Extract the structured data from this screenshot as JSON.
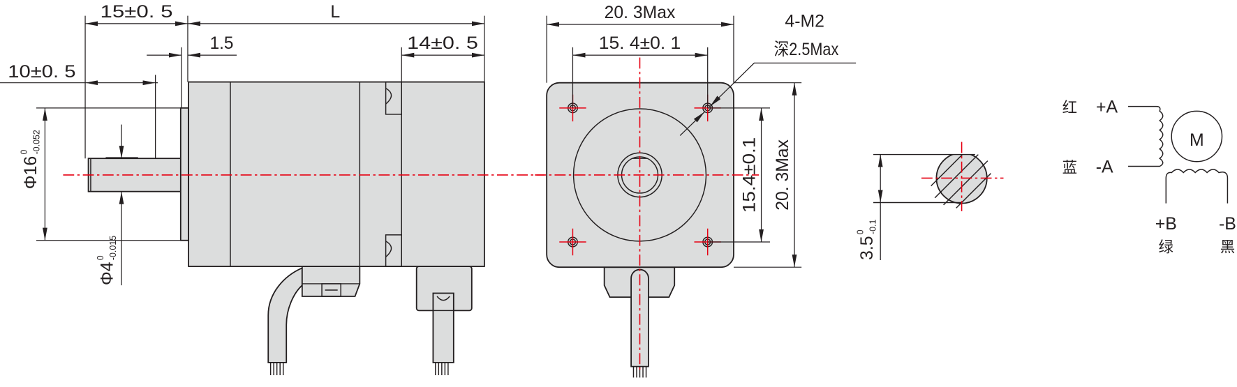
{
  "side_view": {
    "dim_shaft_length": "15±0. 5",
    "dim_body_length": "L",
    "dim_boss": "1.5",
    "dim_rear": "14±0. 5",
    "dim_flat_length": "10±0. 5",
    "dim_boss_diameter": {
      "main": "Φ16",
      "upper": "0",
      "lower": "-0.052"
    },
    "dim_shaft_diameter": {
      "main": "Φ4",
      "upper": "0",
      "lower": "-0.015"
    }
  },
  "front_view": {
    "dim_width": "20. 3Max",
    "dim_hole_spacing": "15. 4±0. 1",
    "hole_note_line1": "4-M2",
    "hole_note_line2": "深2.5Max",
    "dim_hole_spacing_vertical": "15.4±0.1",
    "dim_height": "20. 3Max"
  },
  "shaft_section": {
    "dim_flat": {
      "main": "3.5",
      "upper": "0",
      "lower": "-0.1"
    }
  },
  "wiring": {
    "motor_label": "M",
    "wires": [
      {
        "color": "红",
        "signal": "+A"
      },
      {
        "color": "蓝",
        "signal": "-A"
      },
      {
        "color": "绿",
        "signal": "+B"
      },
      {
        "color": "黑",
        "signal": "-B"
      }
    ]
  },
  "colors": {
    "line": "#231f20",
    "body_fill": "#dcdddd",
    "centerline": "#e60012"
  }
}
